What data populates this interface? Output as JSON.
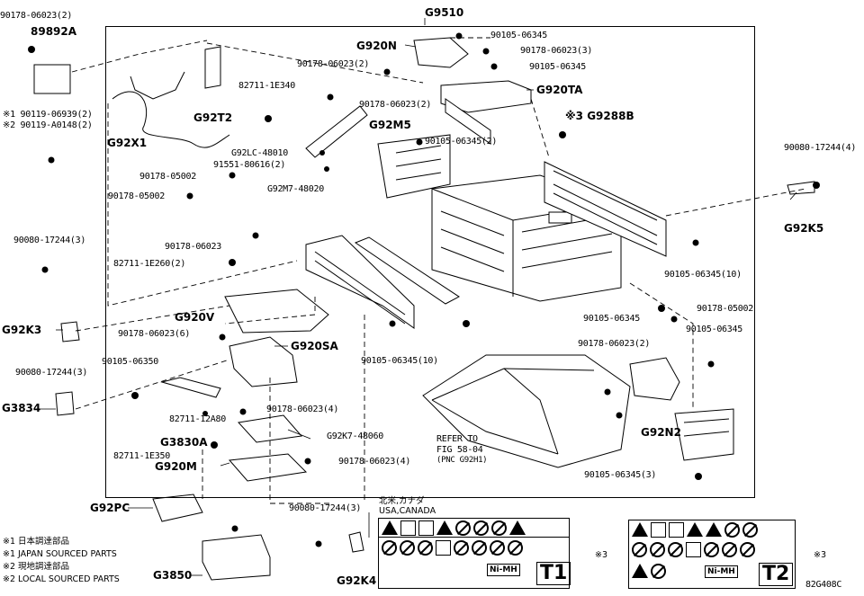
{
  "figure_code": "82G408C",
  "assembly": {
    "main": "G9510"
  },
  "parts": {
    "p_90178_06023_2_top": "90178-06023(2)",
    "p_89892A": "89892A",
    "p_note1_90119": "※1 90119-06939(2)",
    "p_note2_90119": "※2 90119-A0148(2)",
    "p_G92X1": "G92X1",
    "p_G92T2": "G92T2",
    "p_82711_1E340": "82711-1E340",
    "p_90178_06023_2_mid": "90178-06023(2)",
    "p_G920N": "G920N",
    "p_90105_06345_a": "90105-06345",
    "p_90178_06023_3": "90178-06023(3)",
    "p_90105_06345_b": "90105-06345",
    "p_90178_06023_2_b": "90178-06023(2)",
    "p_G920TA": "G920TA",
    "p_G9288B": "※3 G9288B",
    "p_G92M5": "G92M5",
    "p_90105_06345_2": "90105-06345(2)",
    "p_G92LC_48010": "G92LC-48010",
    "p_91551_80616": "91551-80616(2)",
    "p_90178_05002_a": "90178-05002",
    "p_90178_05002_b": "90178-05002",
    "p_G92M7_48020": "G92M7-48020",
    "p_90080_17244_4": "90080-17244(4)",
    "p_G92K5": "G92K5",
    "p_90080_17244_3_left": "90080-17244(3)",
    "p_90178_06023_c": "90178-06023",
    "p_82711_1E260": "82711-1E260(2)",
    "p_90105_06345_10_r": "90105-06345(10)",
    "p_G920V": "G920V",
    "p_G92K3": "G92K3",
    "p_90178_05002_r": "90178-05002",
    "p_90105_06345_c": "90105-06345",
    "p_90105_06345_d": "90105-06345",
    "p_90178_06023_6": "90178-06023(6)",
    "p_G920SA": "G920SA",
    "p_90080_17244_3_l2": "90080-17244(3)",
    "p_90105_06350": "90105-06350",
    "p_90105_06345_10_c": "90105-06345(10)",
    "p_90178_06023_2_r": "90178-06023(2)",
    "p_G3834": "G3834",
    "p_82711_12A80": "82711-12A80",
    "p_90178_06023_4_a": "90178-06023(4)",
    "p_G92N2": "G92N2",
    "p_G3830A": "G3830A",
    "p_G92K7_48060": "G92K7-48060",
    "p_82711_1E350": "82711-1E350",
    "p_90178_06023_4_b": "90178-06023(4)",
    "p_G920M": "G920M",
    "p_90105_06345_3": "90105-06345(3)",
    "p_G92PC": "G92PC",
    "p_90080_17244_3_b": "90080-17244(3)",
    "p_G92K4": "G92K4",
    "p_G3850": "G3850"
  },
  "refer": {
    "line1": "REFER TO",
    "line2": "FIG 58-04",
    "line3": "(PNC G92H1)"
  },
  "region": {
    "jp": "北米,カナダ",
    "en": "USA,CANADA"
  },
  "labels_panel": {
    "t1": "T1",
    "t2": "T2",
    "nimh": "Ni-MH",
    "mark1": "※3",
    "mark2": "※3"
  },
  "notes": {
    "n1_jp": "※1 日本調達部品",
    "n1_en": "※1 JAPAN SOURCED PARTS",
    "n2_jp": "※2 現地調達部品",
    "n2_en": "※2 LOCAL SOURCED PARTS"
  }
}
